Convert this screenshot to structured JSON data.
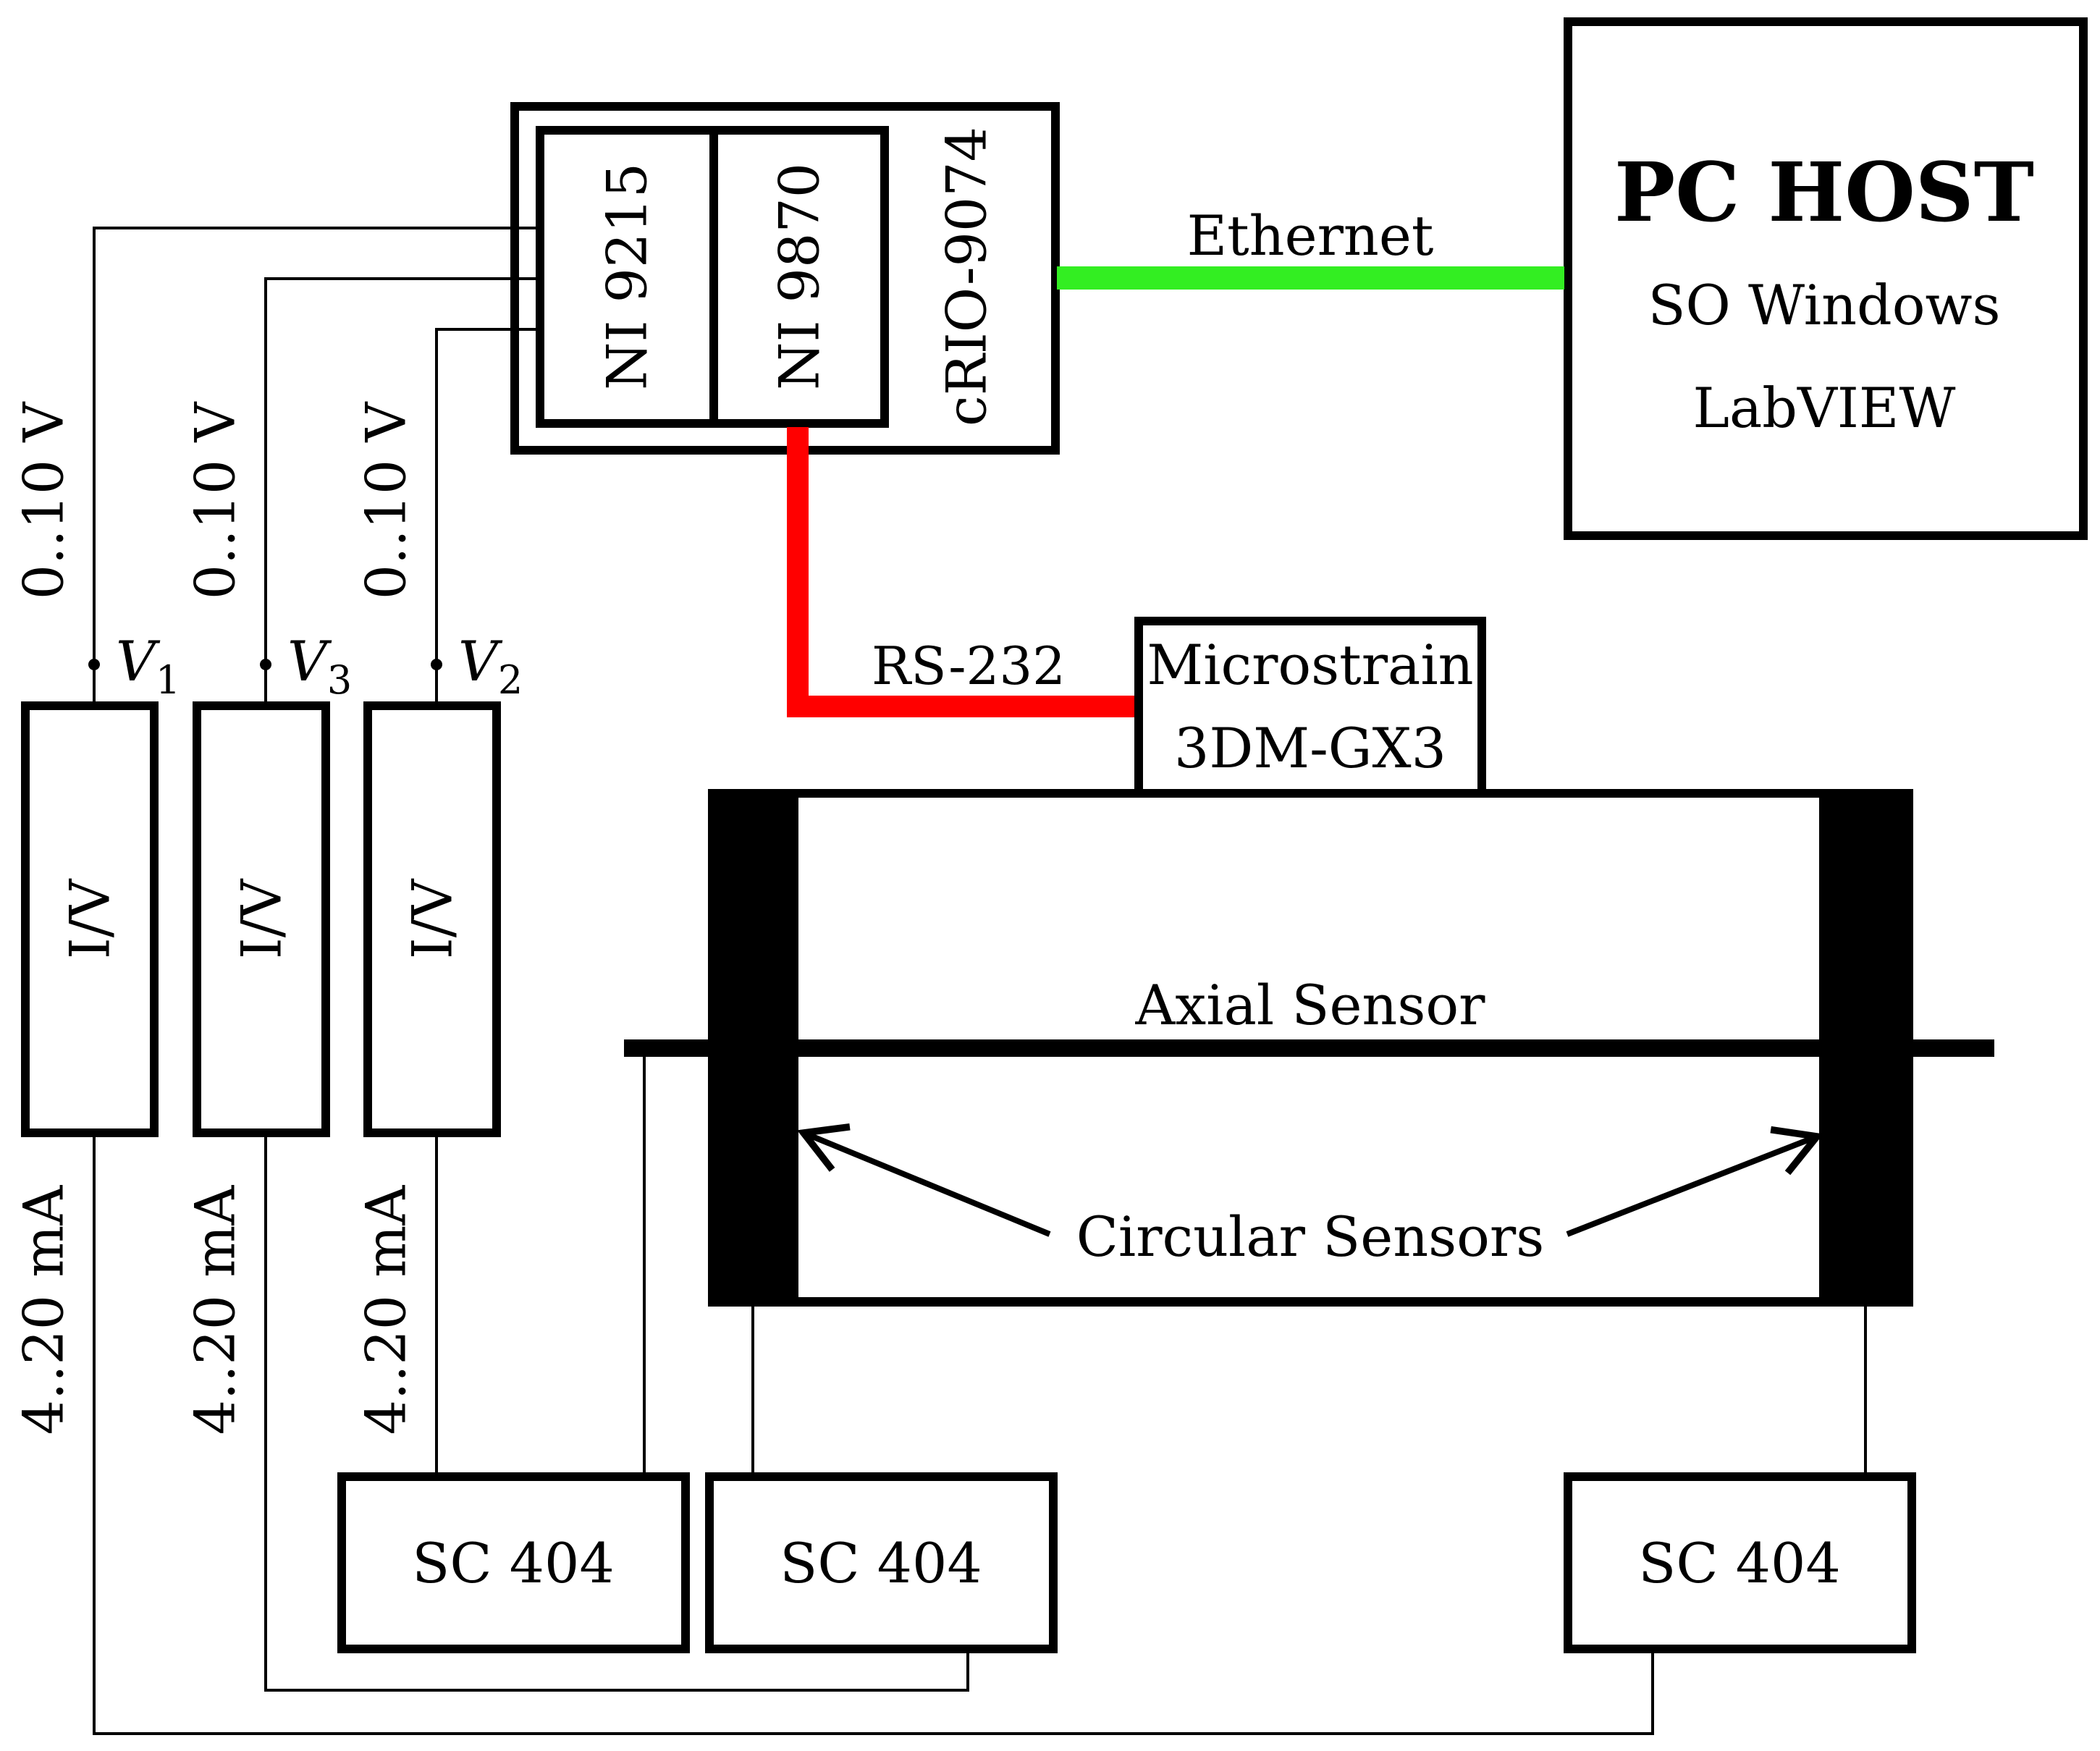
{
  "crio": {
    "chassis_label": "cRIO-9074",
    "module_a_label": "NI 9215",
    "module_b_label": "NI 9870"
  },
  "pc_host": {
    "title": "PC HOST",
    "line1": "SO Windows",
    "line2": "LabVIEW"
  },
  "links": {
    "ethernet_label": "Ethernet",
    "rs232_label": "RS-232",
    "ethernet_color": "#33ee22",
    "rs232_color": "#ff0000"
  },
  "imu": {
    "line1": "Microstrain",
    "line2": "3DM-GX3"
  },
  "converters": [
    {
      "label": "I/V",
      "voltage_name": "V",
      "voltage_sub": "1",
      "voltage_range": "0..10 V",
      "current_range": "4..20 mA"
    },
    {
      "label": "I/V",
      "voltage_name": "V",
      "voltage_sub": "3",
      "voltage_range": "0..10 V",
      "current_range": "4..20 mA"
    },
    {
      "label": "I/V",
      "voltage_name": "V",
      "voltage_sub": "2",
      "voltage_range": "0..10 V",
      "current_range": "4..20 mA"
    }
  ],
  "specimen": {
    "axial_label": "Axial Sensor",
    "circular_label": "Circular Sensors"
  },
  "conditioners": [
    {
      "label": "SC 404"
    },
    {
      "label": "SC 404"
    },
    {
      "label": "SC 404"
    }
  ]
}
